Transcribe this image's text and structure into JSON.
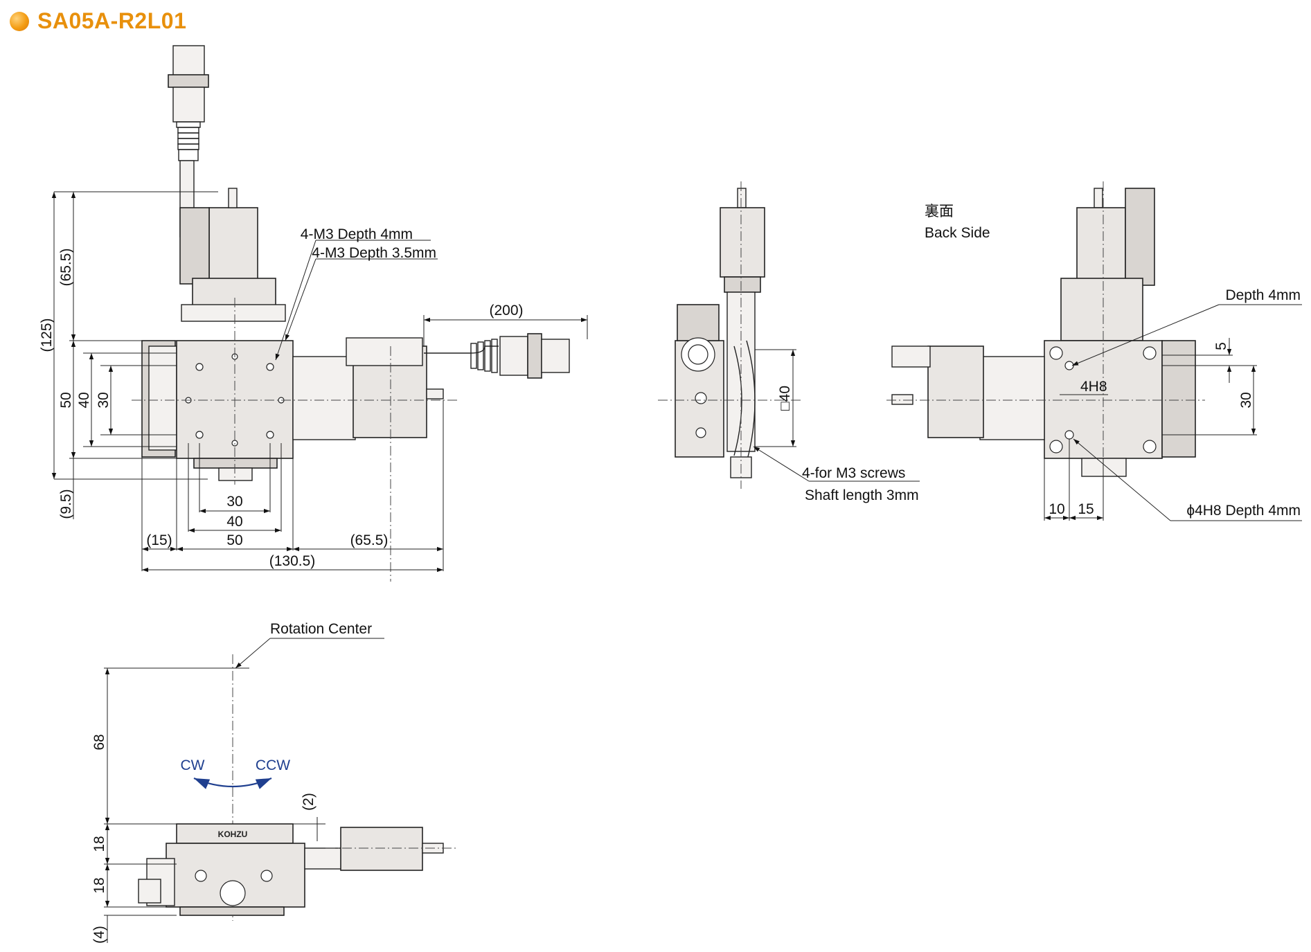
{
  "title": "SA05A-R2L01",
  "colors": {
    "title": "#e8900c",
    "dot": "#f39c12",
    "rotation_arrow": "#1f3f8f"
  },
  "front_view": {
    "callouts": [
      "4-M3 Depth 4mm",
      "4-M3 Depth 3.5mm"
    ],
    "dims": {
      "d65_5_v": "(65.5)",
      "d125": "(125)",
      "d50_v": "50",
      "d40_v": "40",
      "d30_v": "30",
      "d9_5": "(9.5)",
      "d200": "(200)",
      "d30_h": "30",
      "d40_h": "40",
      "d50_h": "50",
      "d15": "(15)",
      "d65_5_h": "(65.5)",
      "d130_5": "(130.5)"
    }
  },
  "side_view": {
    "callouts": [
      "4-for M3 screws",
      "Shaft length 3mm"
    ],
    "dims": {
      "sq40": "□40"
    }
  },
  "back_view": {
    "heading_jp": "裏面",
    "heading_en": "Back Side",
    "callouts": [
      "Depth 4mm",
      "4H8",
      "ϕ4H8 Depth 4mm"
    ],
    "dims": {
      "d5": "5",
      "d30": "30",
      "d10": "10",
      "d15": "15"
    }
  },
  "bottom_view": {
    "callouts": [
      "Rotation Center"
    ],
    "cw": "CW",
    "ccw": "CCW",
    "brand": "KOHZU",
    "dims": {
      "d68": "68",
      "d18a": "18",
      "d18b": "18",
      "d4": "(4)",
      "d2": "(2)"
    }
  }
}
